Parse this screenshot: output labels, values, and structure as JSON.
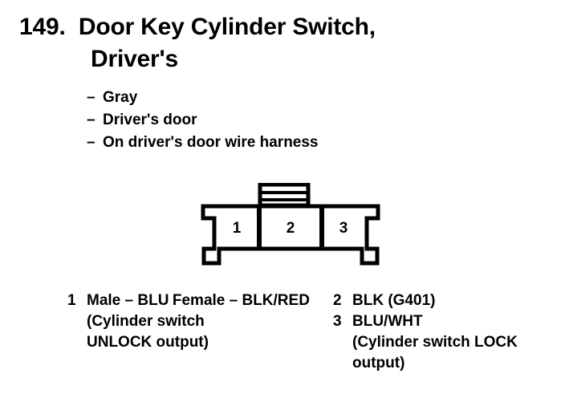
{
  "page": {
    "background_color": "#ffffff",
    "ink_color": "#000000"
  },
  "title": {
    "number": "149.",
    "line_1": "149.  Door Key Cylinder Switch,",
    "line_2": "Driver's",
    "full": "149. Door Key Cylinder Switch, Driver's"
  },
  "bullets": [
    {
      "dash": "–",
      "text": "Gray"
    },
    {
      "dash": "–",
      "text": "Driver's door"
    },
    {
      "dash": "–",
      "text": "On driver's door wire harness"
    }
  ],
  "connector": {
    "cavity_count": 3,
    "cavities": [
      {
        "number": "1"
      },
      {
        "number": "2"
      },
      {
        "number": "3"
      }
    ],
    "latch_ribs": 2,
    "orientation": "front-view"
  },
  "pin_list": {
    "left_column": [
      {
        "number": "1",
        "lines": [
          "Male – BLU",
          "Female – BLK/RED",
          "(Cylinder switch",
          "UNLOCK output)"
        ]
      }
    ],
    "right_column": [
      {
        "number": "2",
        "lines": [
          "BLK (G401)"
        ]
      },
      {
        "number": "3",
        "lines": [
          "BLU/WHT",
          "(Cylinder switch LOCK",
          "output)"
        ]
      }
    ]
  }
}
